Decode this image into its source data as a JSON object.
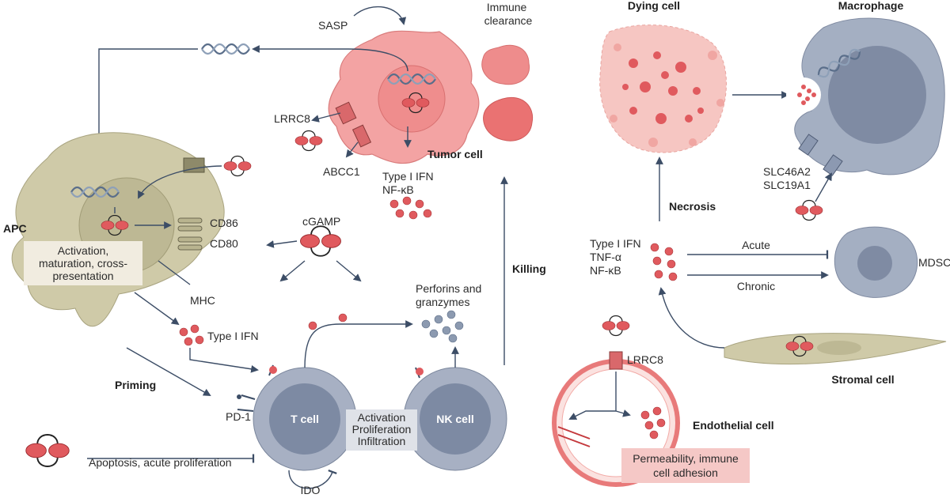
{
  "labels": {
    "sasp": "SASP",
    "immune_clearance": "Immune\nclearance",
    "dying_cell": "Dying cell",
    "macrophage": "Macrophage",
    "lrrc8_tumor": "LRRC8",
    "abcc1": "ABCC1",
    "tumor_cell": "Tumor cell",
    "tumor_outputs": "Type I IFN\nNF-κB",
    "slc": "SLC46A2\nSLC19A1",
    "necrosis": "Necrosis",
    "apc": "APC",
    "cd86": "CD86",
    "cd80": "CD80",
    "cgamp": "cGAMP",
    "apc_box": "Activation,\nmaturation, cross-\npresentation",
    "mhc": "MHC",
    "perforins": "Perforins and\ngranzymes",
    "killing": "Killing",
    "cytokines": "Type I IFN\nTNF-α\nNF-κB",
    "acute": "Acute",
    "chronic": "Chronic",
    "mdsc": "MDSC",
    "type1_ifn_apc": "Type I IFN",
    "priming": "Priming",
    "pd1": "PD-1",
    "t_cell": "T cell",
    "activation_box": "Activation\nProliferation\nInfiltration",
    "nk_cell": "NK cell",
    "lrrc8_endo": "LRRC8",
    "endothelial": "Endothelial cell",
    "permeability_box": "Permeability, immune\ncell adhesion",
    "stromal": "Stromal cell",
    "apoptosis": "Apoptosis, acute proliferation",
    "ido": "IDO"
  },
  "colors": {
    "tumor": "#f3a3a3",
    "apc": "#cfcaa8",
    "immune_cell": "#a7b0c3",
    "macrophage": "#a4afc2",
    "cgamp_red": "#e05a5e",
    "arrow": "#3c4d66",
    "endothelium": "#e87a7a"
  }
}
